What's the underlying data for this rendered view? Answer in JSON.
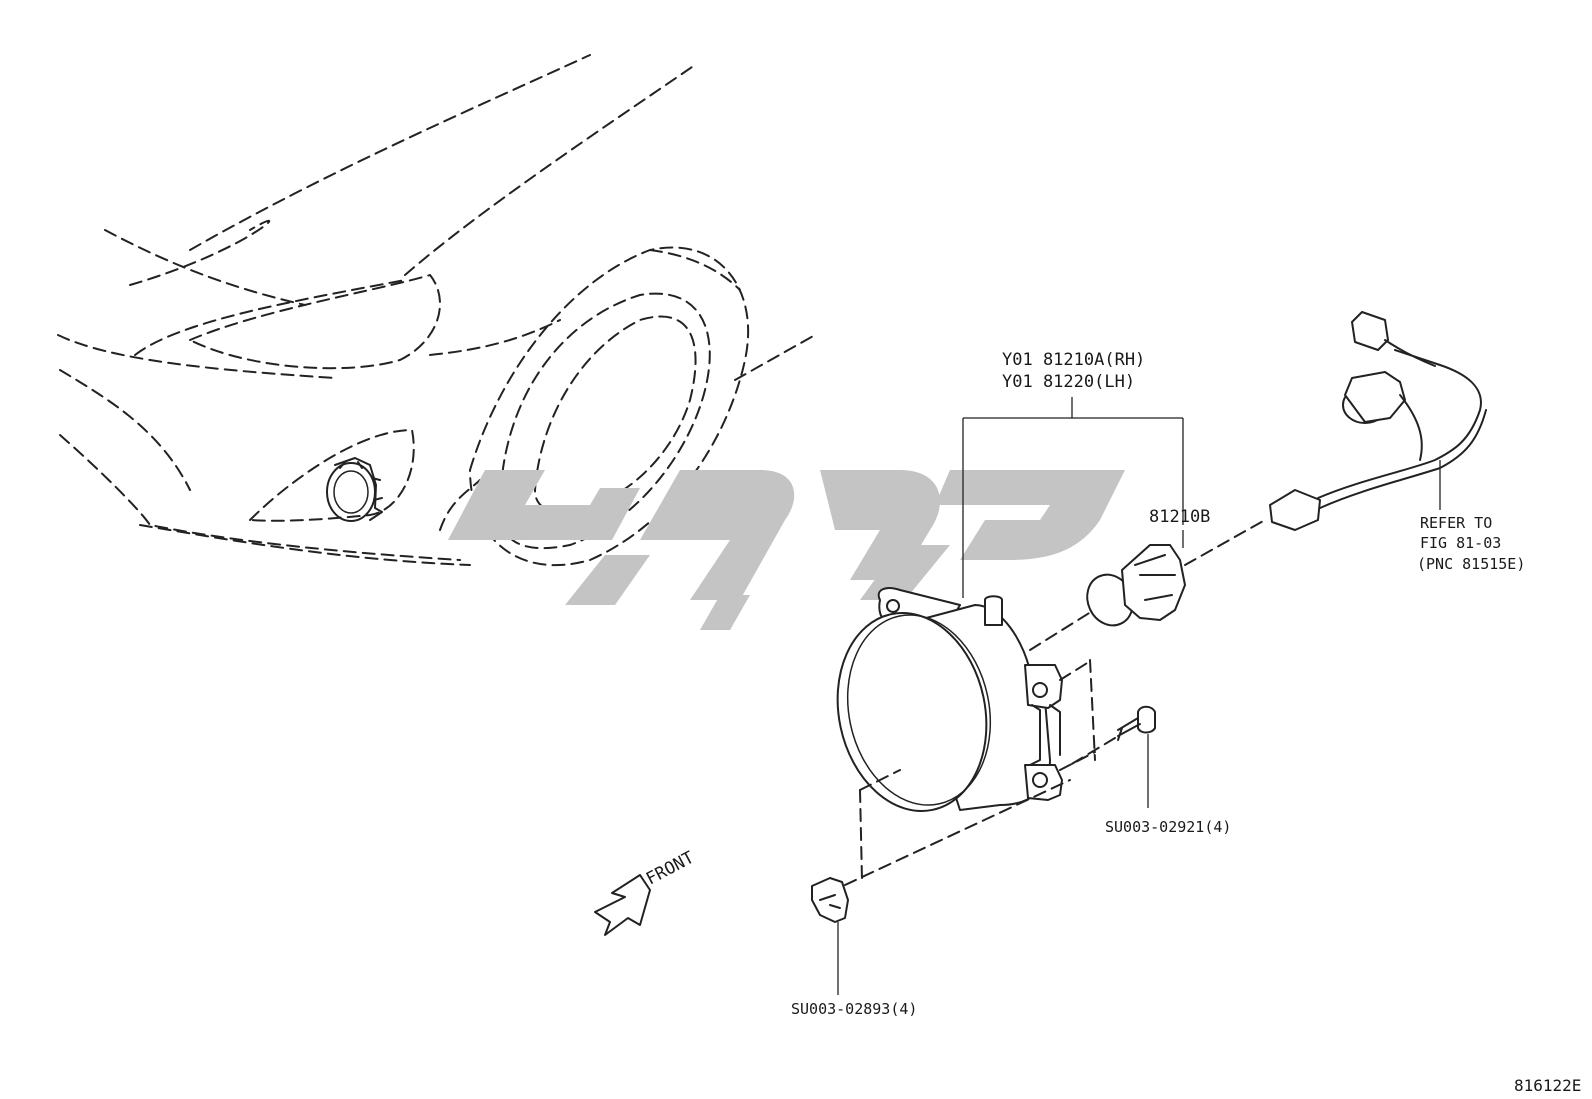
{
  "labels": {
    "assembly_rh": "Y01 81210A(RH)",
    "assembly_lh": "Y01 81220(LH)",
    "bulb": "81210B",
    "refer_line1": "REFER TO",
    "refer_line2": "FIG 81-03",
    "refer_line3": "(PNC 81515E)",
    "screw": "SU003-02921(4)",
    "clip": "SU003-02893(4)",
    "front": "FRONT",
    "figure_id": "816122E"
  },
  "icons": {
    "front_arrow": "arrow-left-down-icon",
    "watermark": "watermark-logo"
  },
  "colors": {
    "line": "#222222",
    "watermark": "#c4c4c4",
    "background": "#ffffff"
  }
}
